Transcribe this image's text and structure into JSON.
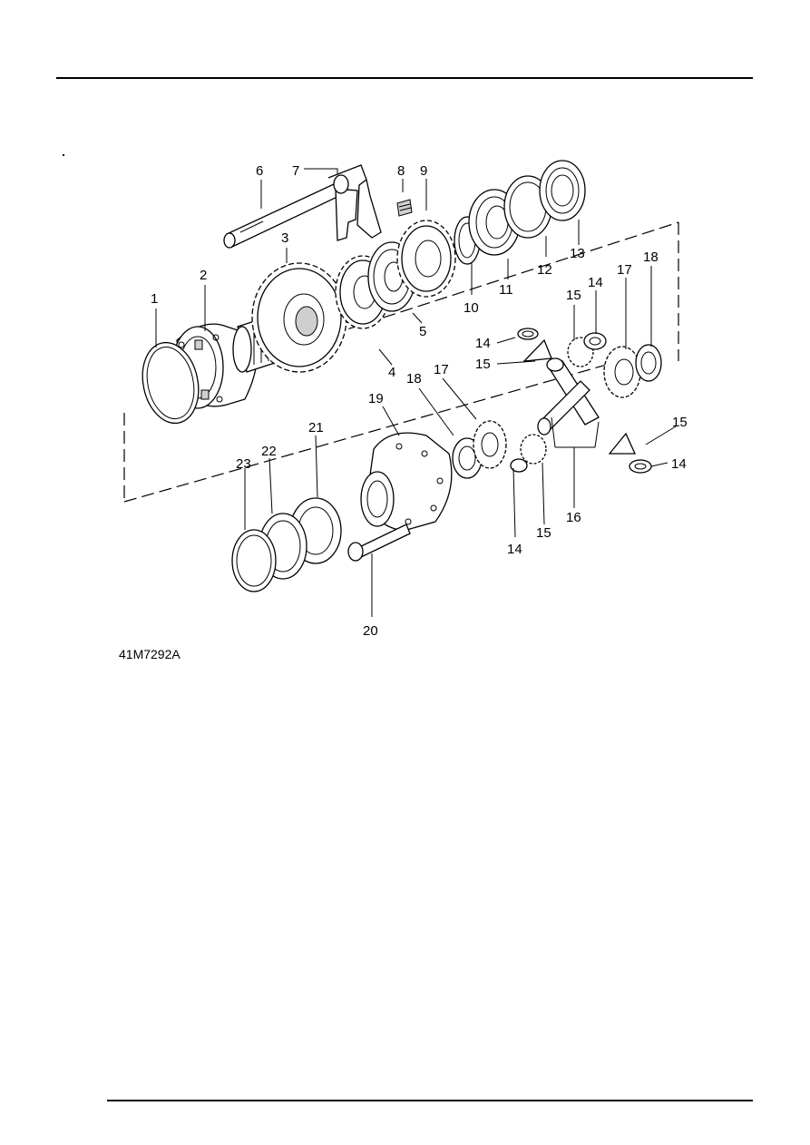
{
  "figure": {
    "reference": "41M7292A",
    "callouts": [
      {
        "id": "c1",
        "label": "1"
      },
      {
        "id": "c2",
        "label": "2"
      },
      {
        "id": "c3",
        "label": "3"
      },
      {
        "id": "c4",
        "label": "4"
      },
      {
        "id": "c5",
        "label": "5"
      },
      {
        "id": "c6",
        "label": "6"
      },
      {
        "id": "c7",
        "label": "7"
      },
      {
        "id": "c8",
        "label": "8"
      },
      {
        "id": "c9",
        "label": "9"
      },
      {
        "id": "c10",
        "label": "10"
      },
      {
        "id": "c11",
        "label": "11"
      },
      {
        "id": "c12",
        "label": "12"
      },
      {
        "id": "c13",
        "label": "13"
      },
      {
        "id": "c14a",
        "label": "14"
      },
      {
        "id": "c15a",
        "label": "15"
      },
      {
        "id": "c14b",
        "label": "14"
      },
      {
        "id": "c15b",
        "label": "15"
      },
      {
        "id": "c17a",
        "label": "17"
      },
      {
        "id": "c18a",
        "label": "18"
      },
      {
        "id": "c18b",
        "label": "18"
      },
      {
        "id": "c17b",
        "label": "17"
      },
      {
        "id": "c19",
        "label": "19"
      },
      {
        "id": "c15c",
        "label": "15"
      },
      {
        "id": "c14c",
        "label": "14"
      },
      {
        "id": "c16",
        "label": "16"
      },
      {
        "id": "c15d",
        "label": "15"
      },
      {
        "id": "c14d",
        "label": "14"
      },
      {
        "id": "c21",
        "label": "21"
      },
      {
        "id": "c22",
        "label": "22"
      },
      {
        "id": "c23",
        "label": "23"
      },
      {
        "id": "c20",
        "label": "20"
      }
    ]
  }
}
